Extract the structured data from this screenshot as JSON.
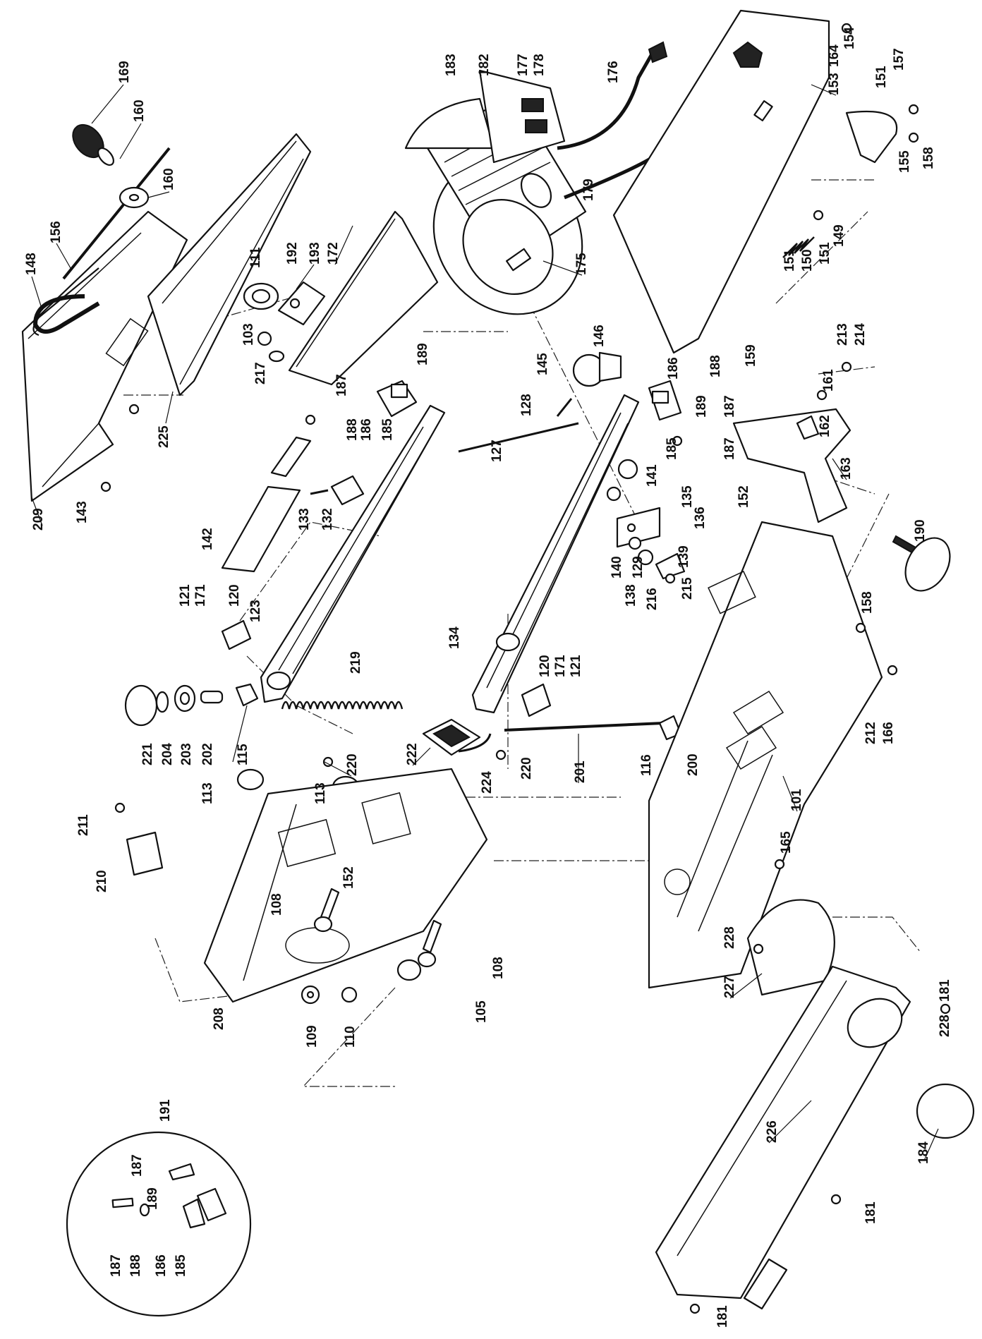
{
  "diagram_title": "",
  "part_numbers": [
    "101",
    "103",
    "105",
    "108",
    "109",
    "110",
    "111",
    "113",
    "115",
    "116",
    "120",
    "121",
    "123",
    "127",
    "128",
    "129",
    "132",
    "133",
    "134",
    "135",
    "136",
    "138",
    "139",
    "140",
    "141",
    "142",
    "143",
    "145",
    "146",
    "148",
    "149",
    "150",
    "151",
    "152",
    "153",
    "154",
    "155",
    "156",
    "157",
    "158",
    "159",
    "160",
    "161",
    "162",
    "163",
    "164",
    "165",
    "166",
    "169",
    "171",
    "172",
    "175",
    "176",
    "177",
    "178",
    "179",
    "181",
    "182",
    "183",
    "184",
    "185",
    "186",
    "187",
    "188",
    "189",
    "190",
    "191",
    "192",
    "193",
    "200",
    "201",
    "202",
    "203",
    "204",
    "208",
    "209",
    "210",
    "211",
    "212",
    "213",
    "214",
    "215",
    "216",
    "217",
    "219",
    "220",
    "221",
    "222",
    "224",
    "225",
    "226",
    "227",
    "228"
  ],
  "detail_inset": {
    "label": "191"
  },
  "labels": {
    "l169": "169",
    "l160a": "160",
    "l160b": "160",
    "l156": "156",
    "l148": "148",
    "l143": "143",
    "l209": "209",
    "l225": "225",
    "l111": "111",
    "l193": "193",
    "l192": "192",
    "l172": "172",
    "l103": "103",
    "l217": "217",
    "l187a": "187",
    "l188a": "188",
    "l186a": "186",
    "l185a": "185",
    "l189a": "189",
    "l142": "142",
    "l133": "133",
    "l132": "132",
    "l123": "123",
    "l121a": "121",
    "l171a": "171",
    "l120a": "120",
    "l221": "221",
    "l204": "204",
    "l203": "203",
    "l202": "202",
    "l115": "115",
    "l219": "219",
    "l220a": "220",
    "l113a": "113",
    "l113b": "113",
    "l211": "211",
    "l210": "210",
    "l152a": "152",
    "l108a": "108",
    "l108b": "108",
    "l105": "105",
    "l208": "208",
    "l109": "109",
    "l110": "110",
    "l191": "191",
    "l187i": "187",
    "l189i": "189",
    "l187j": "187",
    "l188i": "188",
    "l186i": "186",
    "l185i": "185",
    "l183": "183",
    "l182": "182",
    "l177": "177",
    "l178": "178",
    "l176": "176",
    "l179": "179",
    "l175": "175",
    "l128": "128",
    "l127": "127",
    "l146": "146",
    "l145": "145",
    "l134": "134",
    "l120b": "120",
    "l171b": "171",
    "l121b": "121",
    "l222": "222",
    "l224": "224",
    "l220b": "220",
    "l201": "201",
    "l116": "116",
    "l200": "200",
    "l186b": "186",
    "l188b": "188",
    "l187b": "187",
    "l189b": "189",
    "l185b": "185",
    "l187c": "187",
    "l141": "141",
    "l135": "135",
    "l136": "136",
    "l140": "140",
    "l129": "129",
    "l138": "138",
    "l139": "139",
    "l216": "216",
    "l215": "215",
    "l154": "154",
    "l164": "164",
    "l153": "153",
    "l157": "157",
    "l151a": "151",
    "l158a": "158",
    "l155": "155",
    "l149": "149",
    "l151b": "151",
    "l150": "150",
    "l151c": "151",
    "l213": "213",
    "l214": "214",
    "l159": "159",
    "l161": "161",
    "l162": "162",
    "l163": "163",
    "l152b": "152",
    "l190": "190",
    "l158b": "158",
    "l212": "212",
    "l166": "166",
    "l101": "101",
    "l165": "165",
    "l228a": "228",
    "l227": "227",
    "l228b": "228",
    "l181a": "181",
    "l226": "226",
    "l184": "184",
    "l181b": "181",
    "l181c": "181"
  }
}
